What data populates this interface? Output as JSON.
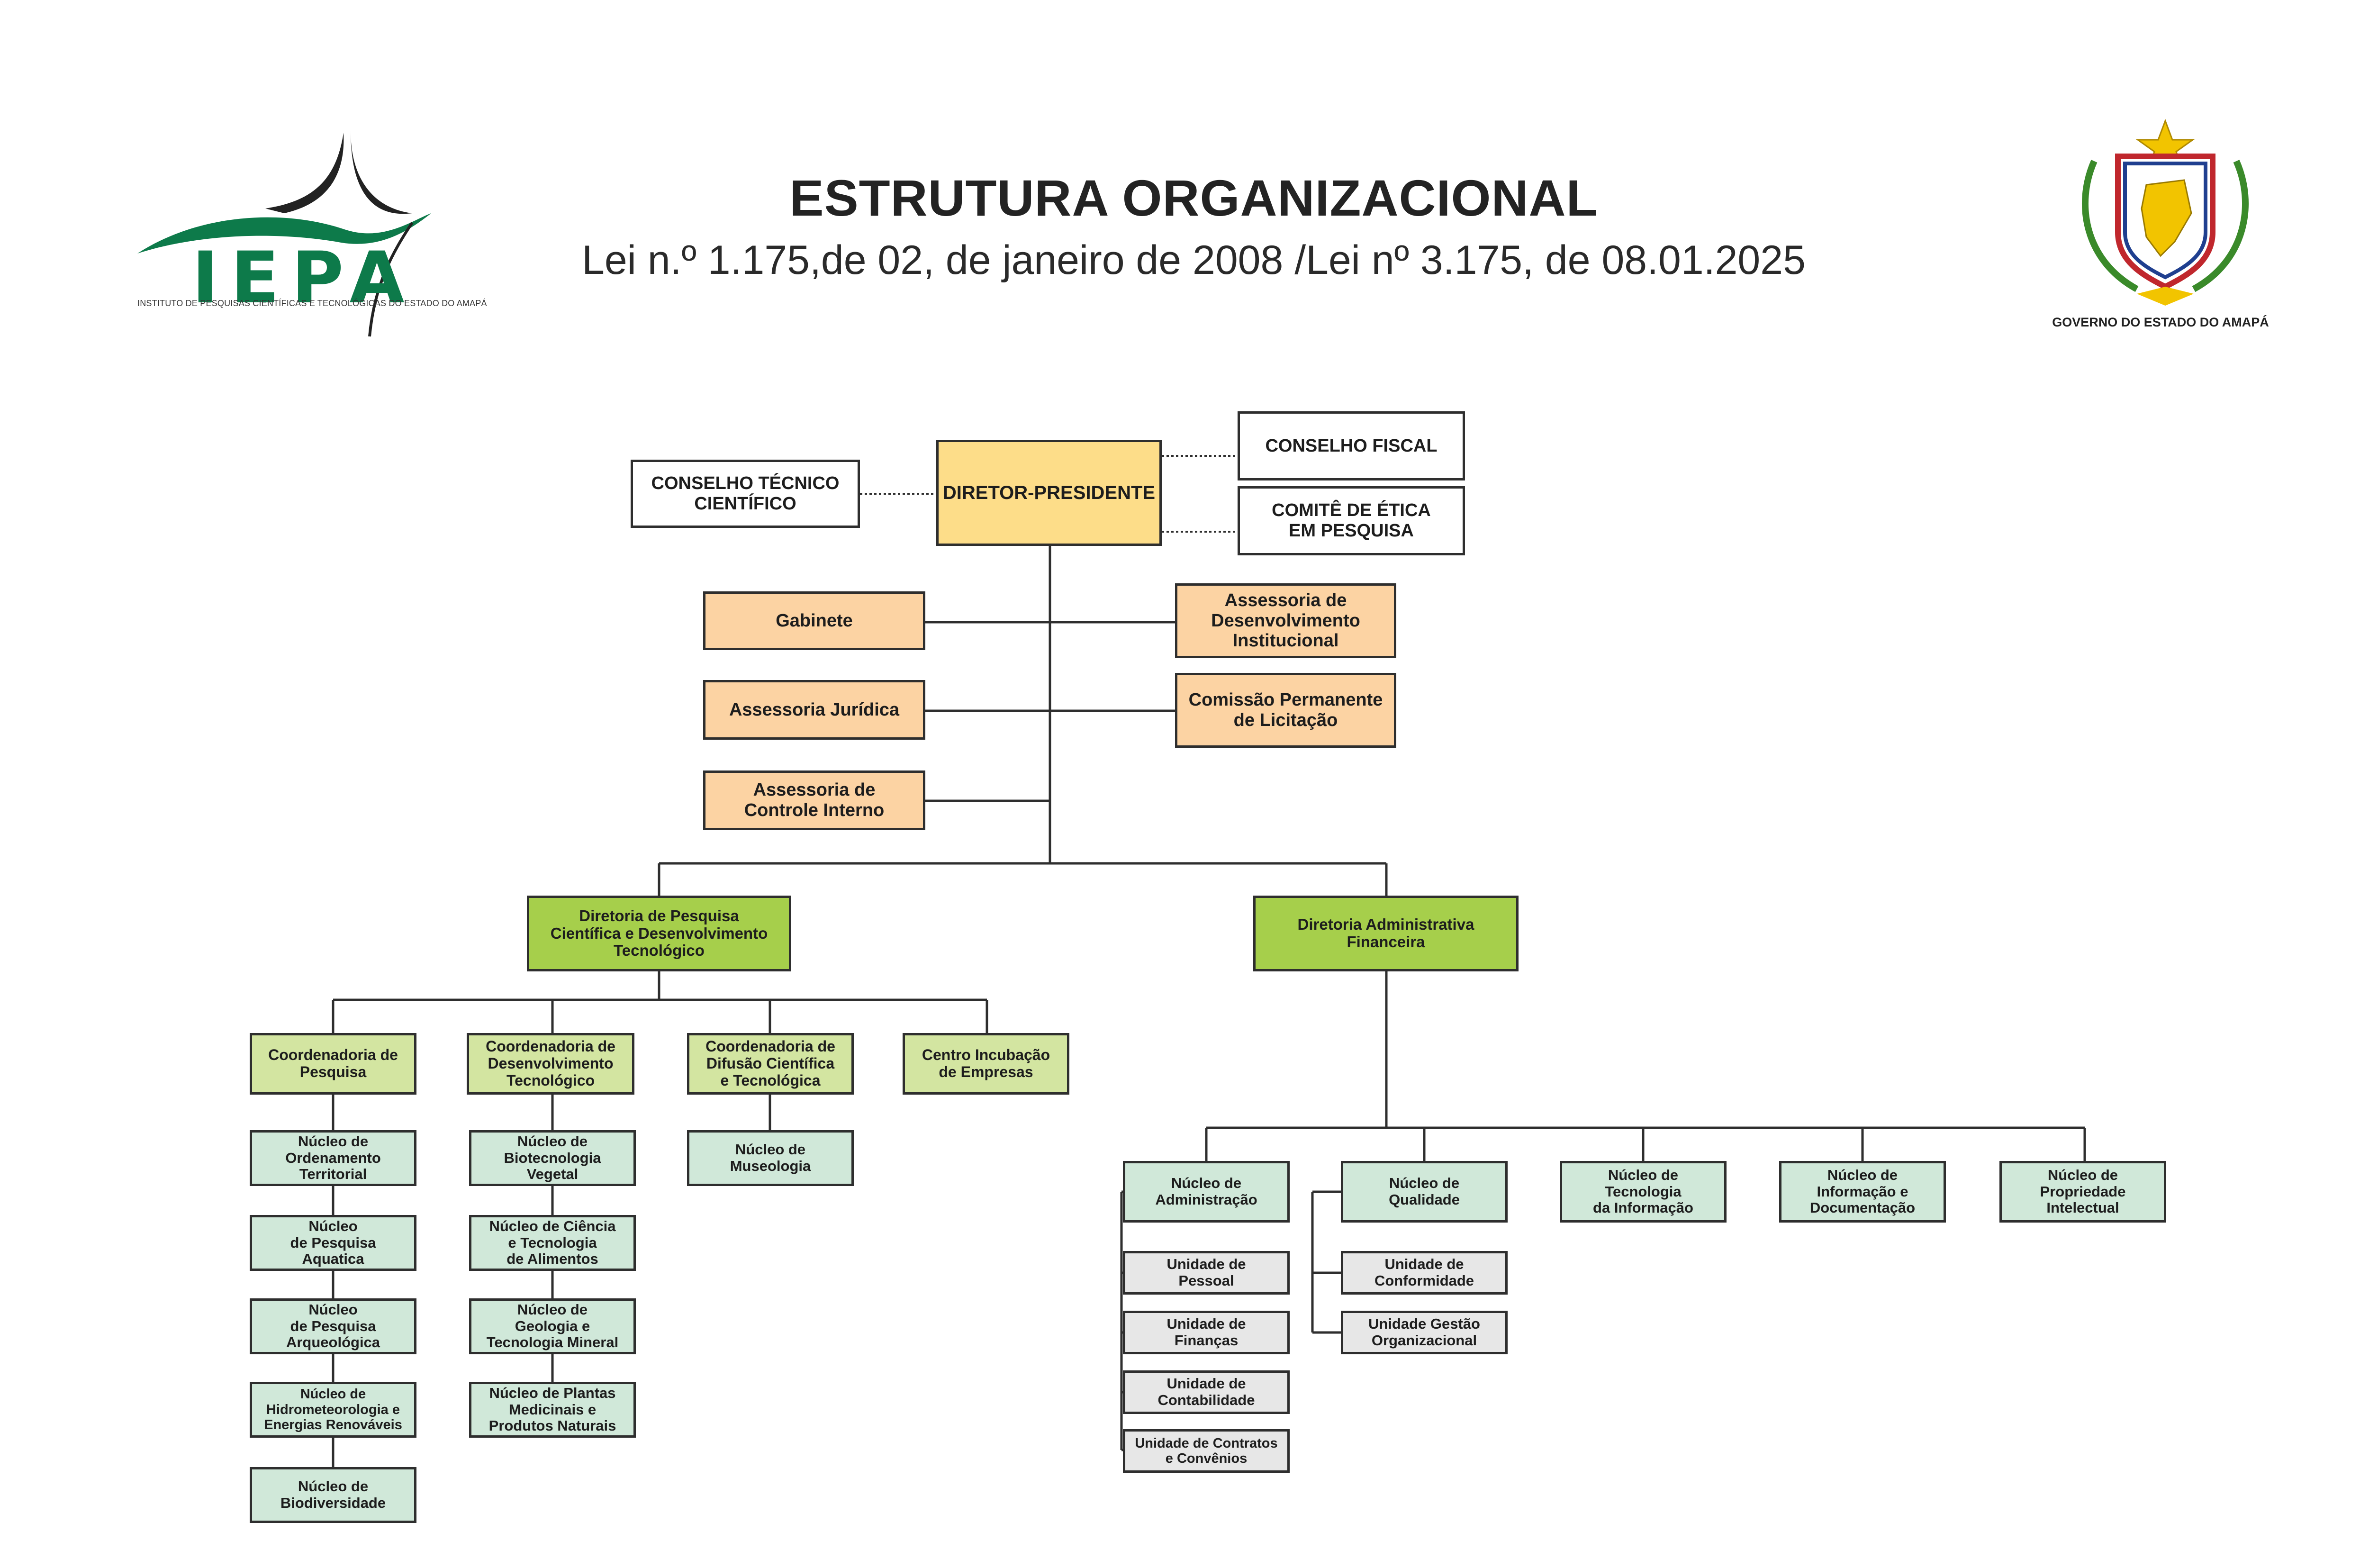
{
  "header": {
    "title": "ESTRUTURA ORGANIZACIONAL",
    "subtitle": "Lei n.º 1.175,de 02, de janeiro de 2008 /Lei nº 3.175, de 08.01.2025"
  },
  "logos": {
    "iepa_word": "IEPA",
    "iepa_caption": "INSTITUTO DE PESQUISAS CIENTÍFICAS E TECNOLÓGICAS DO ESTADO DO AMAPÁ",
    "gov_caption": "GOVERNO DO ESTADO DO AMAPÁ",
    "iepa_color": "#0d7a4a"
  },
  "colors": {
    "director": "#fddd89",
    "advisory": "#fcd3a3",
    "directorate": "#a6cf4b",
    "coordination": "#d3e5a1",
    "nucleus": "#d0e8d9",
    "unit": "#e7e7e7",
    "line": "#2e2e2e"
  },
  "org": {
    "director": "DIRETOR-PRESIDENTE",
    "conselho_tecnico": "CONSELHO TÉCNICO\nCIENTÍFICO",
    "conselho_fiscal": "CONSELHO FISCAL",
    "comite_etica": "COMITÊ DE ÉTICA\nEM PESQUISA",
    "gabinete": "Gabinete",
    "assessoria_juridica": "Assessoria Jurídica",
    "assessoria_controle": "Assessoria de\nControle Interno",
    "assessoria_desenv": "Assessoria de\nDesenvolvimento\nInstitucional",
    "comissao_licitacao": "Comissão Permanente\nde Licitação",
    "diretoria_pesquisa": "Diretoria de Pesquisa\nCientífica e Desenvolvimento\nTecnológico",
    "diretoria_adm": "Diretoria Administrativa\nFinanceira",
    "coord_pesquisa": "Coordenadoria de\nPesquisa",
    "coord_desenv": "Coordenadoria de\nDesenvolvimento\nTecnológico",
    "coord_difusao": "Coordenadoria de\nDifusão Científica\ne Tecnológica",
    "centro_incubacao": "Centro Incubação\nde Empresas",
    "nuc_ordenamento": "Núcleo de\nOrdenamento\nTerritorial",
    "nuc_aquatica": "Núcleo\nde Pesquisa\nAquatica",
    "nuc_arqueologica": "Núcleo\nde Pesquisa\nArqueológica",
    "nuc_hidro": "Núcleo de\nHidrometeorologia e\nEnergias Renováveis",
    "nuc_biodiversidade": "Núcleo de\nBiodiversidade",
    "nuc_biotecnologia": "Núcleo de\nBiotecnologia\nVegetal",
    "nuc_alimentos": "Núcleo de Ciência\ne Tecnologia\nde Alimentos",
    "nuc_geologia": "Núcleo de\nGeologia e\nTecnologia Mineral",
    "nuc_plantas": "Núcleo de Plantas\nMedicinais e\nProdutos Naturais",
    "nuc_museologia": "Núcleo de\nMuseologia",
    "nuc_administracao": "Núcleo de\nAdministração",
    "nuc_qualidade": "Núcleo de\nQualidade",
    "nuc_ti": "Núcleo de\nTecnologia\nda Informação",
    "nuc_documentacao": "Núcleo de\nInformação e\nDocumentação",
    "nuc_propriedade": "Núcleo de\nPropriedade\nIntelectual",
    "un_pessoal": "Unidade de\nPessoal",
    "un_financas": "Unidade de\nFinanças",
    "un_contabilidade": "Unidade de\nContabilidade",
    "un_contratos": "Unidade de Contratos\ne Convênios",
    "un_conformidade": "Unidade de\nConformidade",
    "un_gestao": "Unidade Gestão\nOrganizacional"
  }
}
